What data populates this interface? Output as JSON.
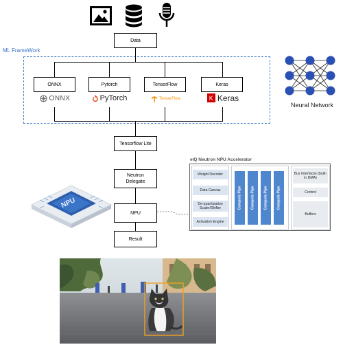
{
  "top_icons": [
    "image-icon",
    "database-icon",
    "microphone-icon"
  ],
  "flow": {
    "data": "Data",
    "tflite": "Tensorflow Lite",
    "delegate_line1": "Neutron",
    "delegate_line2": "Delegate",
    "npu": "NPU",
    "result": "Result"
  },
  "framework": {
    "title": "ML FrameWork",
    "items": [
      {
        "label": "ONNX",
        "logo_text": "ONNX"
      },
      {
        "label": "Pytorch",
        "logo_text": "PyTorch"
      },
      {
        "label": "TensorFlow",
        "logo_text": "TensorFlow"
      },
      {
        "label": "Keras",
        "logo_text": "Keras",
        "logo_letter": "K"
      }
    ]
  },
  "neural_network": {
    "label": "Neural Network"
  },
  "chip": {
    "label": "NPU"
  },
  "accelerator": {
    "title": "eIQ Neutron NPU Accelerator",
    "left_blocks": [
      "Weight Decoder",
      "Data Canvas",
      "De-quantization Scaler/Shifter",
      "Activation Engine"
    ],
    "pipes": [
      "Compute Pipe",
      "Compute Pipe",
      "Compute Pipe",
      "Compute Pipe"
    ],
    "right_blocks": [
      "Bus Interfaces (built-in DMA)",
      "Control",
      "Buffers"
    ]
  },
  "colors": {
    "framework_blue": "#3e74c5",
    "pipe_blue": "#4f87cf",
    "detection_box": "#f0a020"
  }
}
